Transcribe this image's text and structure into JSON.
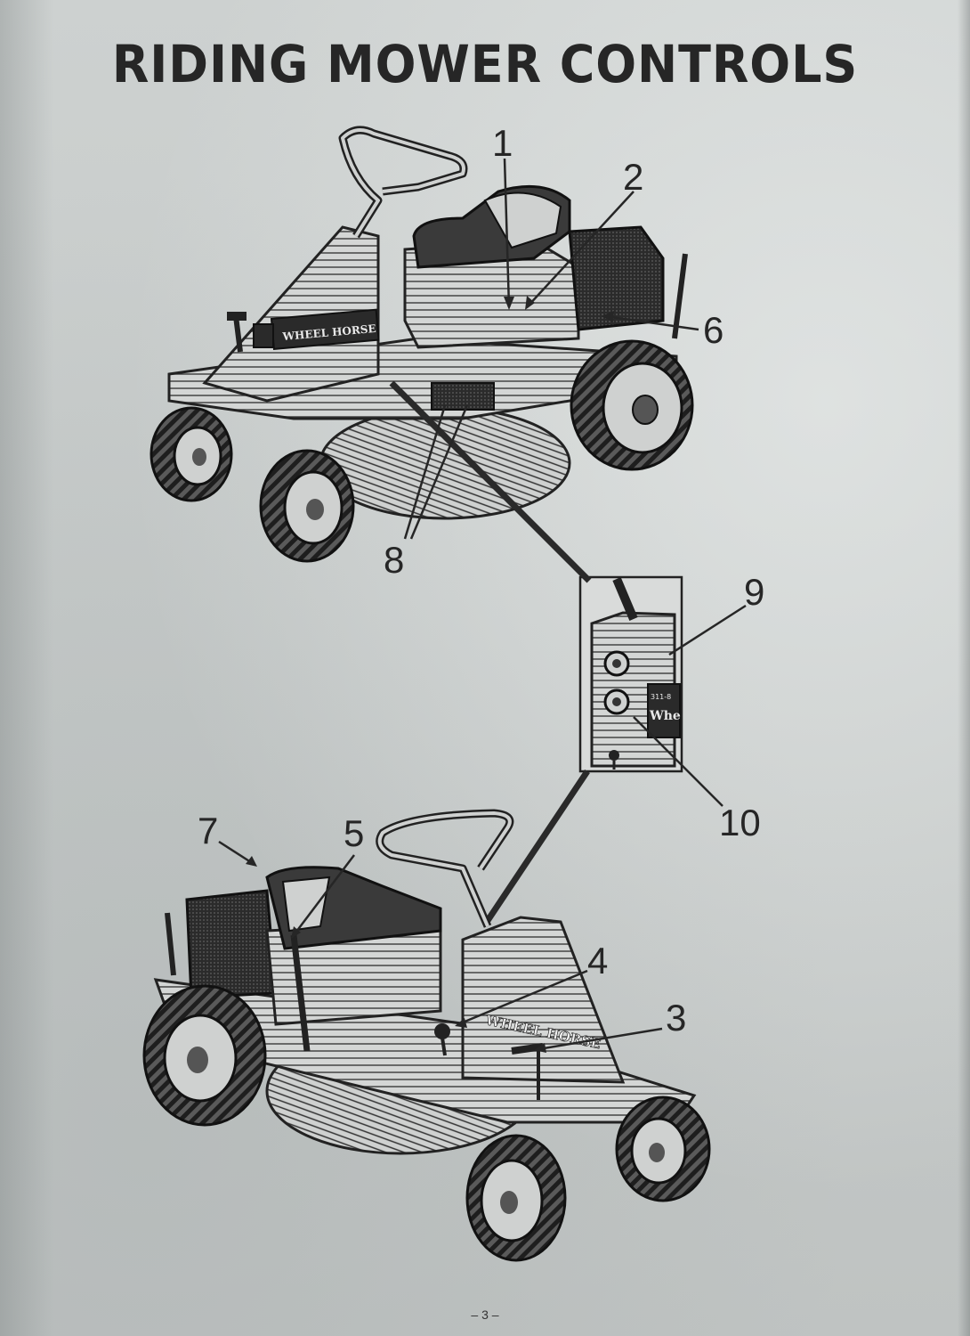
{
  "page": {
    "title": "RIDING MOWER CONTROLS",
    "page_number": "– 3 –"
  },
  "figure": {
    "mower_top": {
      "brand_label": "WHEEL HORSE"
    },
    "mower_bottom": {
      "brand_label": "WHEEL HORSE"
    },
    "detail_panel": {
      "brand_label": "Whe",
      "model_label": "311-8"
    },
    "callouts": [
      "1",
      "2",
      "3",
      "4",
      "5",
      "6",
      "7",
      "8",
      "9",
      "10"
    ]
  }
}
